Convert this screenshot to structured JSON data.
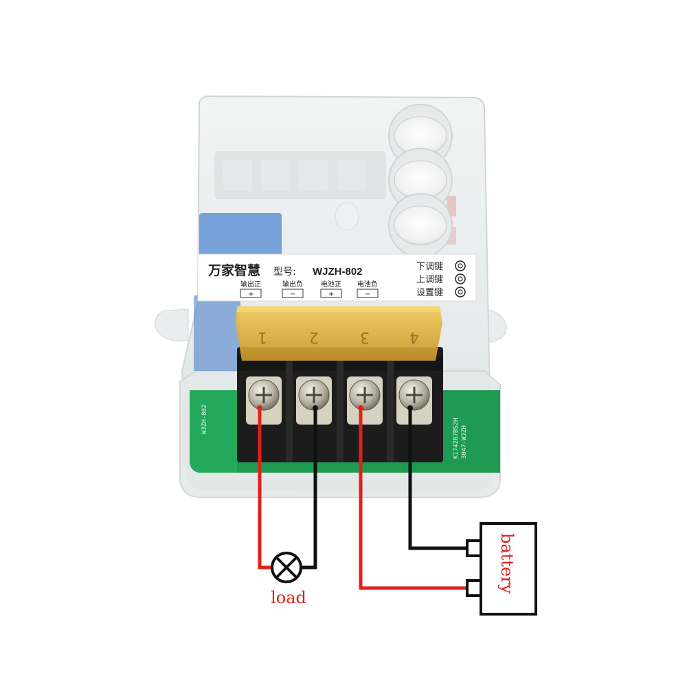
{
  "label": {
    "brand": "万家智慧",
    "model_prefix": "型号:",
    "model": "WJZH-802",
    "terminals": [
      {
        "name": "输出正",
        "sign": "+"
      },
      {
        "name": "输出负",
        "sign": "−"
      },
      {
        "name": "电池正",
        "sign": "+"
      },
      {
        "name": "电池负",
        "sign": "−"
      }
    ],
    "keys": [
      "下调键",
      "上调键",
      "设置键"
    ]
  },
  "terminal_numbers": [
    "1",
    "2",
    "3",
    "4"
  ],
  "pcb": {
    "silk_left": "WJZH-802",
    "silk_code1": "K174287BS2H",
    "silk_code2": "3047-WJZH"
  },
  "diagram": {
    "load_label": "load",
    "battery_label": "battery"
  },
  "colors": {
    "wire_positive": "#e0201b",
    "wire_negative": "#111111",
    "pcb_green": "#1f9a52",
    "relay_blue": "#3f78c8",
    "terminal_block": "#1c1c1c",
    "cover_amber": "#e3b437"
  }
}
